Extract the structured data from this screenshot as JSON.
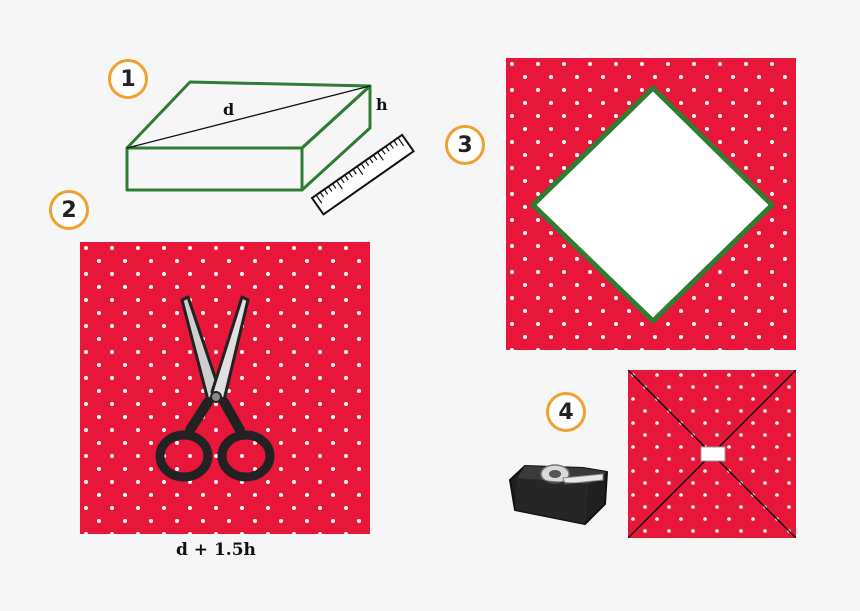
{
  "steps": [
    {
      "number": "1"
    },
    {
      "number": "2"
    },
    {
      "number": "3"
    },
    {
      "number": "4"
    }
  ],
  "labels": {
    "diagonal": "d",
    "height": "h",
    "fabric_size": "d + 1.5h"
  },
  "colors": {
    "fabric_red": "#e8173a",
    "dot_white": "#ffffff",
    "box_green": "#2e7d32",
    "badge_ring": "#f0a030",
    "background": "#f6f6f6"
  },
  "icons": [
    "ruler-icon",
    "scissors-icon",
    "tape-dispenser-icon"
  ]
}
